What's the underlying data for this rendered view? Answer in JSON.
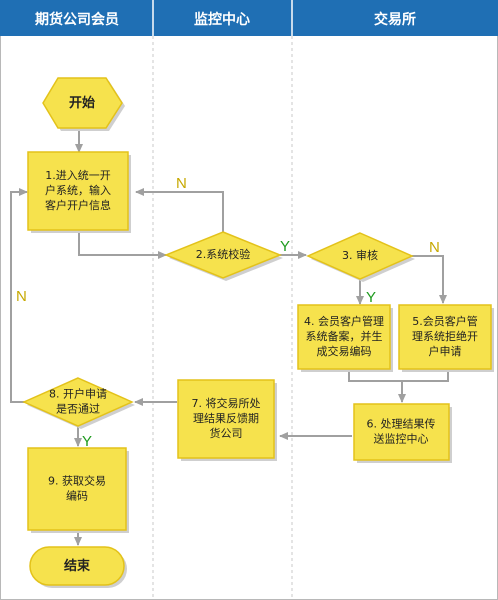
{
  "lanes": [
    {
      "title": "期货公司会员"
    },
    {
      "title": "监控中心"
    },
    {
      "title": "交易所"
    }
  ],
  "nodes": {
    "start": {
      "lines": [
        "开始"
      ]
    },
    "step1": {
      "lines": [
        "1.进入统一开",
        "户系统，输入",
        "客户开户信息"
      ]
    },
    "step2": {
      "lines": [
        "2.系统校验"
      ]
    },
    "step3": {
      "lines": [
        "3. 审核"
      ]
    },
    "step4": {
      "lines": [
        "4. 会员客户管理",
        "系统备案，并生",
        "成交易编码"
      ]
    },
    "step5": {
      "lines": [
        "5.会员客户管",
        "理系统拒绝开",
        "户申请"
      ]
    },
    "step6": {
      "lines": [
        "6. 处理结果传",
        "送监控中心"
      ]
    },
    "step7": {
      "lines": [
        "7. 将交易所处",
        "理结果反馈期",
        "货公司"
      ]
    },
    "step8": {
      "lines": [
        "8. 开户申请",
        "是否通过"
      ]
    },
    "step9": {
      "lines": [
        "9. 获取交易",
        "编码"
      ]
    },
    "end": {
      "lines": [
        "结束"
      ]
    }
  },
  "labels": {
    "n_step2": "N",
    "y_step2": "Y",
    "n_step3": "N",
    "y_step3": "Y",
    "n_step8": "N",
    "y_step8": "Y"
  },
  "colors": {
    "header": "#1f6fb4",
    "node_fill": "#f6e24d",
    "node_stroke": "#e3c21a",
    "shadow": "#cfcfcf",
    "no_label": "#c6a800",
    "yes_label": "#1e9b1e"
  }
}
